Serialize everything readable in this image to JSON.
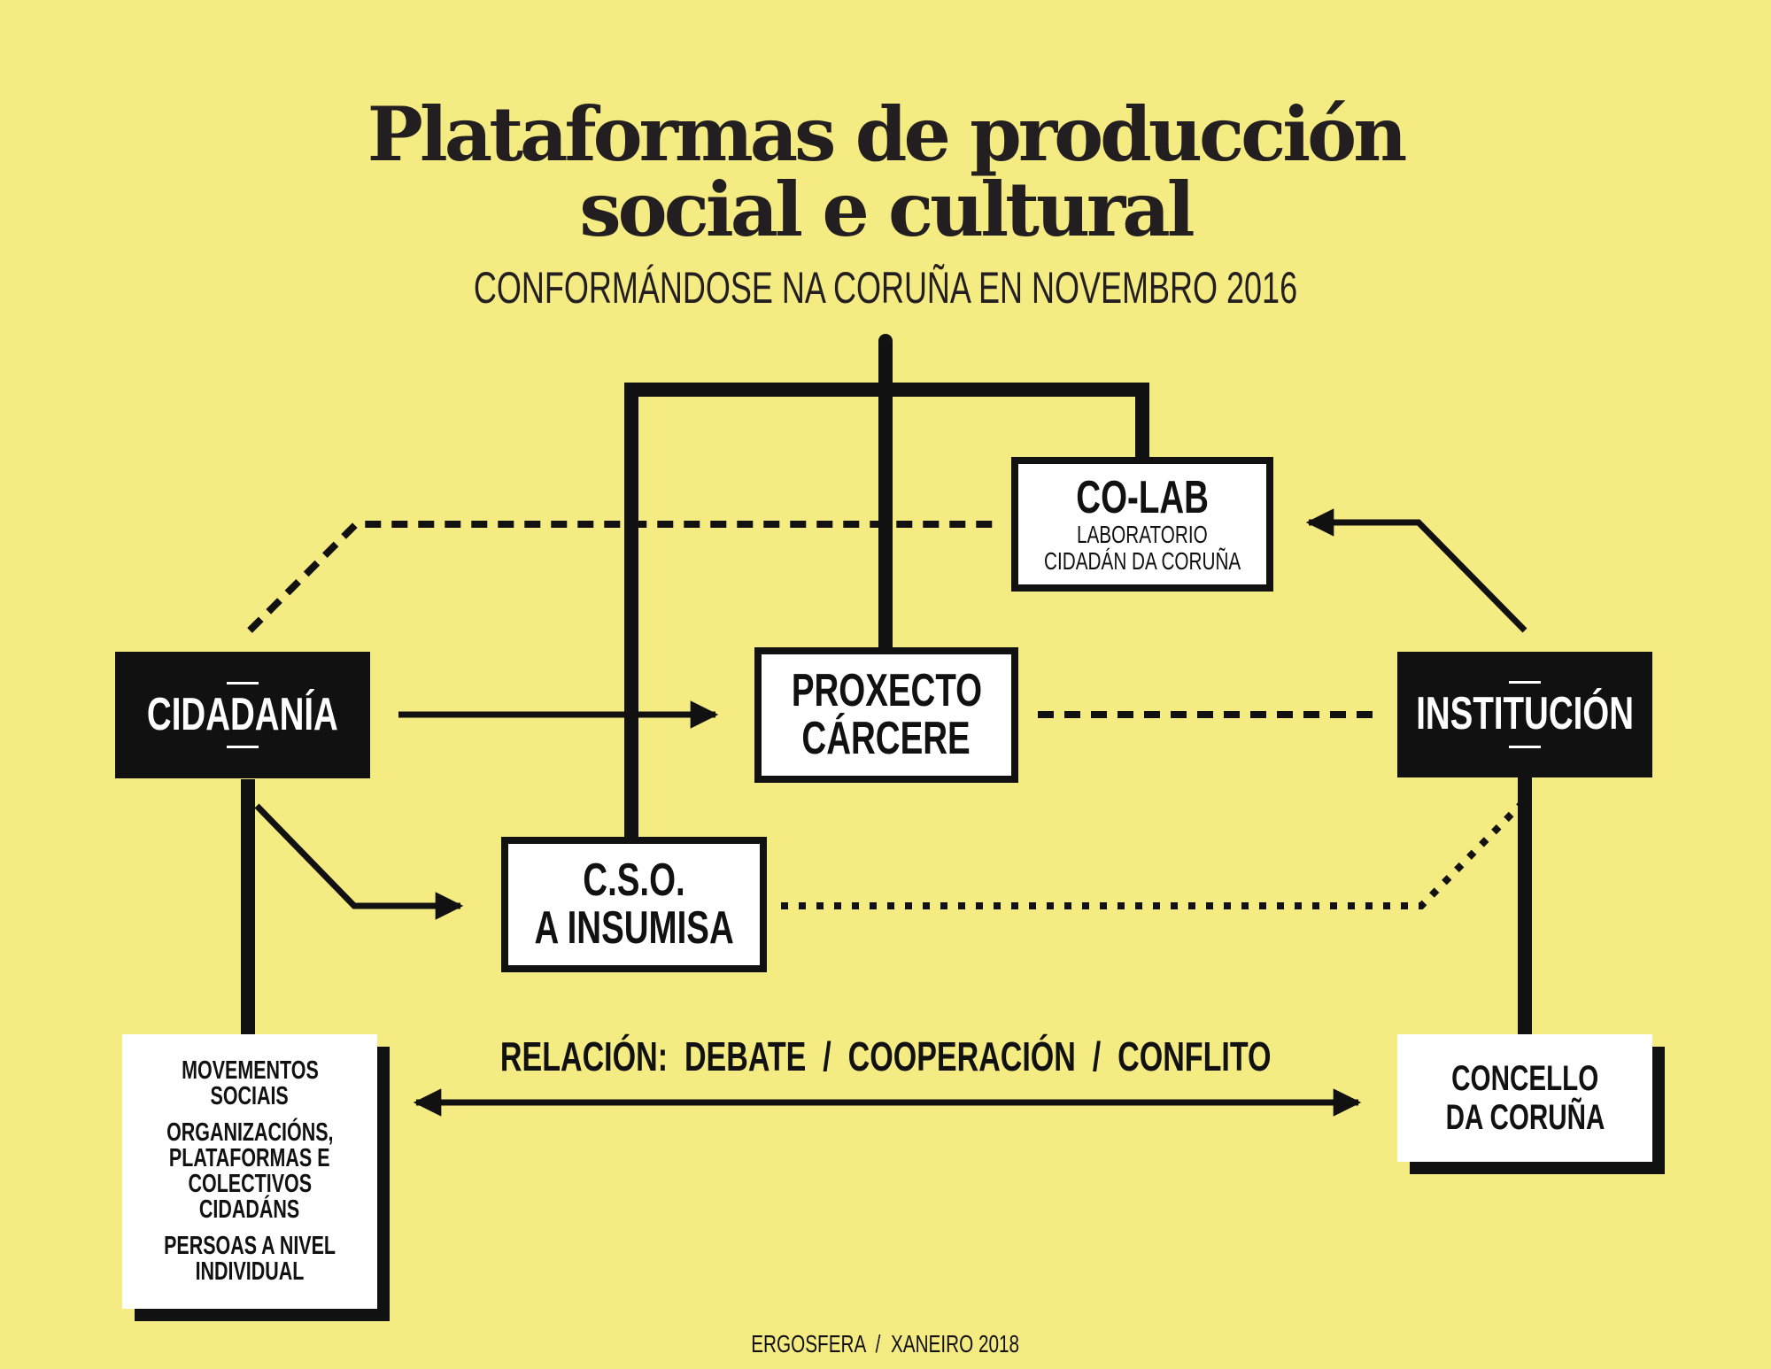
{
  "title_lines": [
    "Plataformas de producción",
    "social e cultural"
  ],
  "subtitle": "CONFORMÁNDOSE NA CORUÑA EN NOVEMBRO 2016",
  "nodes": {
    "colab": {
      "title": "CO-LAB",
      "desc_lines": [
        "LABORATORIO",
        "CIDADÁN DA CORUÑA"
      ]
    },
    "cidadania": {
      "label": "CIDADANÍA"
    },
    "institucion": {
      "label": "INSTITUCIÓN"
    },
    "proxecto": {
      "lines": [
        "PROXECTO",
        "CÁRCERE"
      ]
    },
    "cso": {
      "lines": [
        "C.S.O.",
        "A INSUMISA"
      ]
    },
    "movementos": {
      "lines": [
        "MOVEMENTOS",
        "SOCIAIS",
        "ORGANIZACIÓNS,",
        "PLATAFORMAS E",
        "COLECTIVOS",
        "CIDADÁNS",
        "PERSOAS A NIVEL",
        "INDIVIDUAL"
      ]
    },
    "concello": {
      "lines": [
        "CONCELLO",
        "DA CORUÑA"
      ]
    }
  },
  "relation_label": "RELACIÓN:  DEBATE  /  COOPERACIÓN  /  CONFLITO",
  "credit": "ERGOSFERA  /  XANEIRO 2018",
  "colors": {
    "background": "#f5eb83",
    "ink": "#111111",
    "box": "#ffffff"
  }
}
